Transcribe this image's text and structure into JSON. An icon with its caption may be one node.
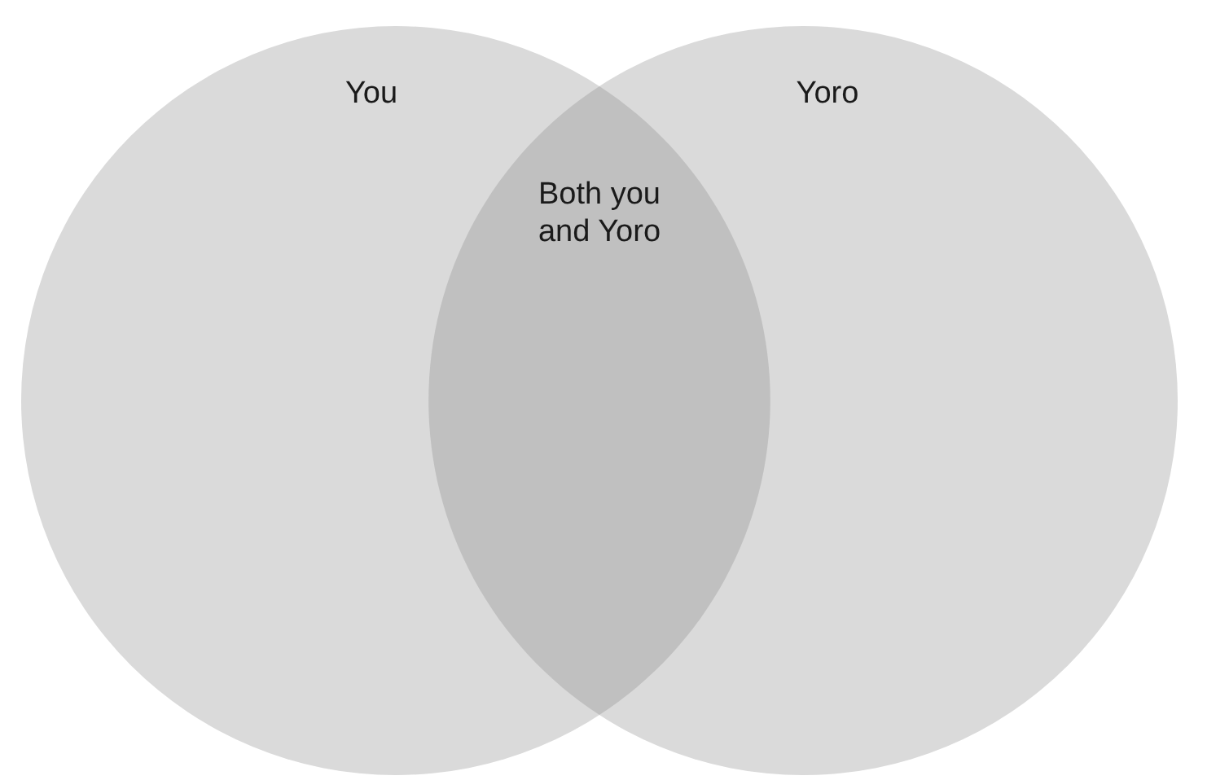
{
  "diagram": {
    "nodes": [
      {
        "text": [
          "You"
        ]
      },
      {
        "text": [
          "Yoro"
        ]
      },
      {
        "text": [
          "Both you and Yoro"
        ]
      }
    ]
  }
}
